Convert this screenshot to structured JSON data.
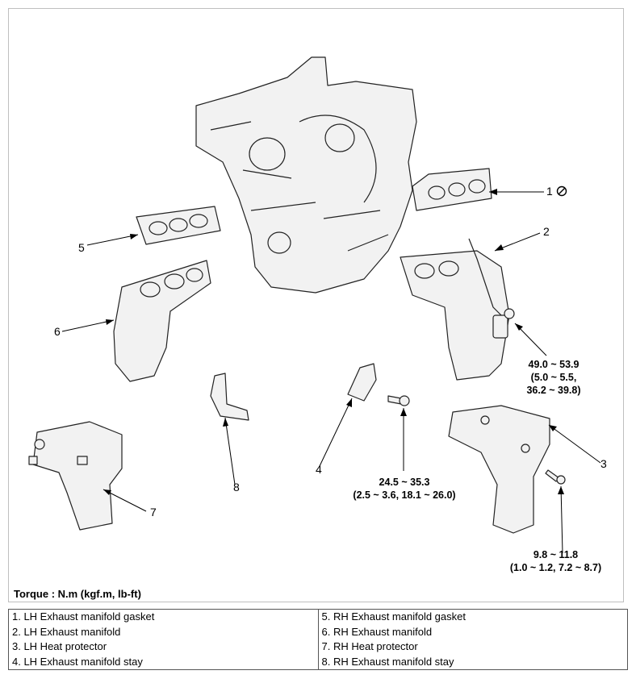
{
  "callouts": {
    "c1": "1",
    "c2": "2",
    "c3": "3",
    "c4": "4",
    "c5": "5",
    "c6": "6",
    "c7": "7",
    "c8": "8"
  },
  "icons": {
    "reuse": "no-reuse-icon"
  },
  "torques": {
    "t1": [
      "49.0 ~ 53.9",
      "(5.0 ~ 5.5,",
      "36.2 ~ 39.8)"
    ],
    "t2": [
      "24.5 ~ 35.3",
      "(2.5 ~ 3.6, 18.1 ~ 26.0)"
    ],
    "t3": [
      "9.8 ~ 11.8",
      "(1.0 ~ 1.2, 7.2 ~ 8.7)"
    ]
  },
  "note": "Torque : N.m (kgf.m, lb-ft)",
  "legend": {
    "left": [
      "1. LH Exhaust manifold gasket",
      "2. LH Exhaust manifold",
      "3. LH Heat protector",
      "4. LH Exhaust manifold stay"
    ],
    "right": [
      "5. RH Exhaust manifold gasket",
      "6. RH Exhaust manifold",
      "7. RH Heat protector",
      "8. RH Exhaust manifold stay"
    ]
  }
}
